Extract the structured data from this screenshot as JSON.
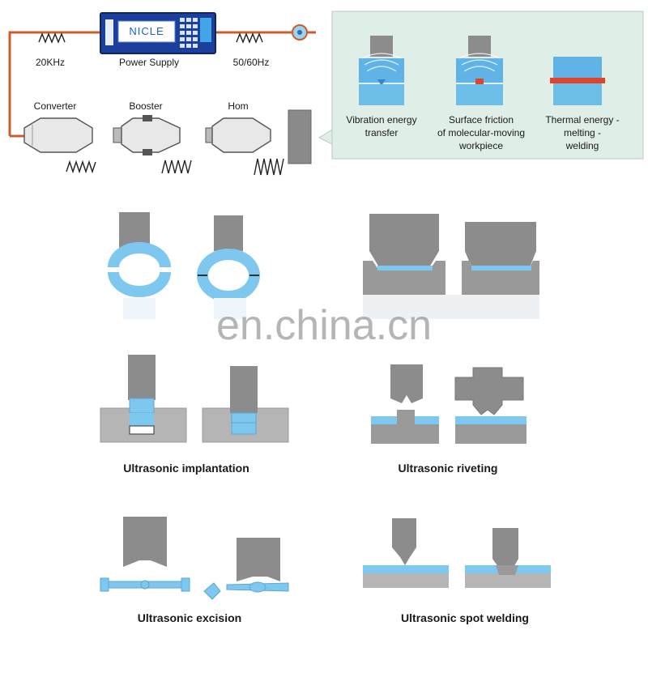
{
  "power_supply": {
    "brand": "NICLE",
    "label": "Power Supply",
    "freq_left": "20KHz",
    "freq_right": "50/60Hz"
  },
  "stack": {
    "converter": "Converter",
    "booster": "Booster",
    "horn": "Hom"
  },
  "principle": {
    "step1": [
      "Vibration energy",
      "transfer"
    ],
    "step2": [
      "Surface friction",
      "of molecular-moving",
      "workpiece"
    ],
    "step3": [
      "Thermal energy -",
      "melting -",
      "welding"
    ]
  },
  "applications": {
    "implantation": "Ultrasonic implantation",
    "riveting": "Ultrasonic riveting",
    "excision": "Ultrasonic excision",
    "spot_welding": "Ultrasonic spot welding"
  },
  "watermark": "en.china.cn",
  "colors": {
    "tool_gray": "#8c8c8c",
    "base_gray": "#b5b5b5",
    "plastic_blue": "#7ec8f0",
    "cable_red": "#c8602d",
    "panel_bg": "#dfeee6",
    "melt_red": "#e0442a"
  }
}
